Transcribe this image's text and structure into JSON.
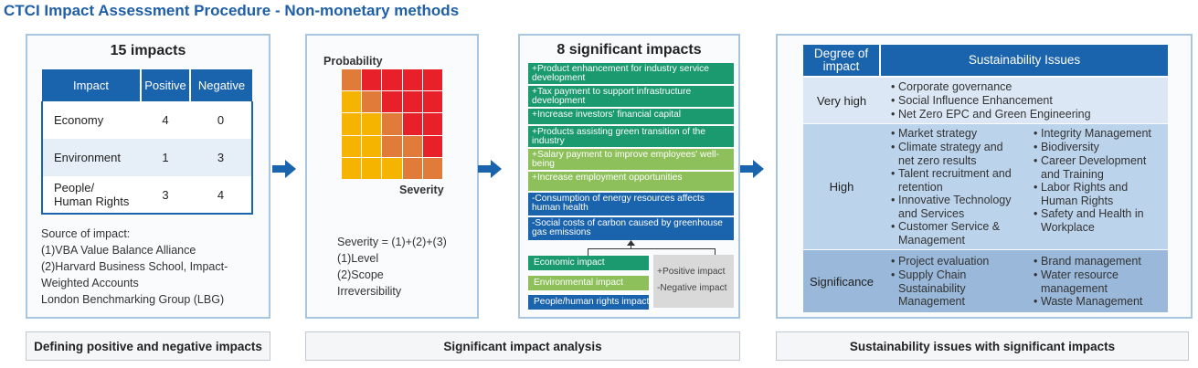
{
  "page_title": "CTCI Impact Assessment Procedure - Non-monetary methods",
  "panel1": {
    "heading": "15 impacts",
    "table_headers": [
      "Impact",
      "Positive",
      "Negative"
    ],
    "rows": [
      {
        "impact": "Economy",
        "positive": "4",
        "negative": "0"
      },
      {
        "impact": "Environment",
        "positive": "1",
        "negative": "3"
      },
      {
        "impact_line1": "People/",
        "impact_line2": "Human Rights",
        "positive": "3",
        "negative": "4"
      }
    ],
    "source_lines": [
      "Source of impact:",
      "(1)VBA Value Balance Alliance",
      "(2)Harvard Business School, Impact-",
      "Weighted Accounts",
      "London Benchmarking Group (LBG)"
    ]
  },
  "panel2": {
    "y_label": "Probability",
    "x_label": "Severity",
    "matrix_colors": [
      [
        "#e07b39",
        "#e8202a",
        "#e8202a",
        "#e8202a",
        "#e8202a"
      ],
      [
        "#f4b400",
        "#e07b39",
        "#e8202a",
        "#e8202a",
        "#e8202a"
      ],
      [
        "#f4b400",
        "#f4b400",
        "#e07b39",
        "#e8202a",
        "#e8202a"
      ],
      [
        "#f4b400",
        "#f4b400",
        "#e07b39",
        "#e07b39",
        "#e8202a"
      ],
      [
        "#f4b400",
        "#f4b400",
        "#f4b400",
        "#e07b39",
        "#e07b39"
      ]
    ],
    "formula_lines": [
      "Severity = (1)+(2)+(3)",
      "(1)Level",
      "(2)Scope",
      "Irreversibility"
    ]
  },
  "panel3": {
    "heading": "8 significant impacts",
    "items": [
      {
        "text": "+Product enhancement for industry service development",
        "color": "#1a9a6e"
      },
      {
        "text": "+Tax payment to support infrastructure development",
        "color": "#1a9a6e"
      },
      {
        "text": "+Increase investors' financial capital",
        "color": "#1a9a6e"
      },
      {
        "text": "+Products assisting green transition of the industry",
        "color": "#1a9a6e"
      },
      {
        "text": "+Salary payment to improve employees' well-being",
        "color": "#8dc05a"
      },
      {
        "text": "+Increase employment opportunities",
        "color": "#8dc05a"
      },
      {
        "text": "-Consumption of energy resources affects human health",
        "color": "#1a63ad"
      },
      {
        "text": "-Social costs of carbon caused by greenhouse gas emissions",
        "color": "#1a63ad"
      }
    ],
    "legend": [
      {
        "label": "Economic impact",
        "color": "#1a9a6e"
      },
      {
        "label": "Environmental impact",
        "color": "#8dc05a"
      },
      {
        "label": "People/human rights impacts",
        "color": "#1a63ad"
      }
    ],
    "sign_legend": [
      "+Positive impact",
      "-Negative impact"
    ]
  },
  "panel4": {
    "header_degree_line1": "Degree of",
    "header_degree_line2": "impact",
    "header_issues": "Sustainability Issues",
    "levels": {
      "very_high": {
        "label": "Very high",
        "col1": [
          "Corporate governance",
          "Social Influence Enhancement",
          "Net Zero EPC and Green Engineering"
        ]
      },
      "high": {
        "label": "High",
        "col1": [
          "Market strategy",
          "Climate strategy and net zero results",
          "Talent recruitment and retention",
          "Innovative Technology and Services",
          "Customer Service & Management"
        ],
        "col2": [
          "Integrity Management",
          "Biodiversity",
          "Career Development and Training",
          "Labor Rights and Human Rights",
          "Safety and Health in Workplace"
        ]
      },
      "significance": {
        "label": "Significance",
        "col1": [
          "Project evaluation",
          "Supply Chain Sustainability Management"
        ],
        "col2": [
          "Brand management",
          "Water resource management",
          "Waste Management"
        ]
      }
    }
  },
  "captions": [
    "Defining positive and negative impacts",
    "Significant impact analysis",
    "Sustainability issues with significant impacts"
  ],
  "colors": {
    "accent_blue": "#1a63ad",
    "title_blue": "#1f5fa8",
    "panel_border": "#a9c6e0",
    "very_high_bg": "#dbe7f5",
    "high_bg": "#bcd3ec",
    "significance_bg": "#99b8da"
  }
}
